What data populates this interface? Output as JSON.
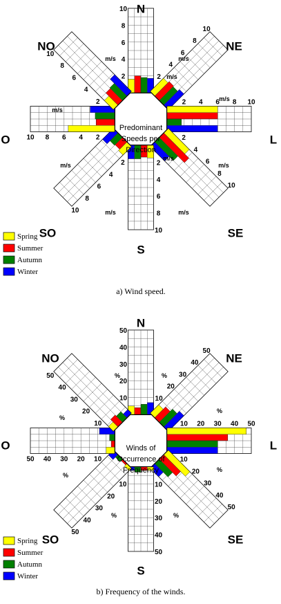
{
  "figure": {
    "seasons": [
      {
        "name": "Spring",
        "color": "#ffff00"
      },
      {
        "name": "Summer",
        "color": "#ff0000"
      },
      {
        "name": "Autumn",
        "color": "#008000"
      },
      {
        "name": "Winter",
        "color": "#0000ff"
      }
    ]
  },
  "chart_data": [
    {
      "type": "bar",
      "subtype": "radial-wind-rose",
      "title": "Predominant Speeds per Direction",
      "caption": "a) Wind speed.",
      "unit": "m/s",
      "directions": [
        "N",
        "NE",
        "L",
        "SE",
        "S",
        "SO",
        "O",
        "NO"
      ],
      "ticks": [
        2,
        4,
        6,
        8,
        10
      ],
      "ylim": [
        0,
        10
      ],
      "grid": true,
      "legend": "bottom-left",
      "series": [
        {
          "name": "Spring",
          "values": [
            1.6,
            2.2,
            6.0,
            3.5,
            1.5,
            1.4,
            5.5,
            1.5
          ]
        },
        {
          "name": "Summer",
          "values": [
            2.0,
            2.4,
            6.0,
            4.2,
            1.4,
            1.2,
            2.2,
            2.0
          ]
        },
        {
          "name": "Autumn",
          "values": [
            1.8,
            2.3,
            1.7,
            3.1,
            1.6,
            1.3,
            2.3,
            2.1
          ]
        },
        {
          "name": "Winter",
          "values": [
            1.7,
            2.6,
            6.0,
            2.4,
            1.6,
            1.8,
            2.9,
            2.8
          ]
        }
      ]
    },
    {
      "type": "bar",
      "subtype": "radial-wind-rose",
      "title": "Winds of Occurrence of Frequency",
      "caption": "b) Frequency of the winds.",
      "unit": "%",
      "directions": [
        "N",
        "NE",
        "L",
        "SE",
        "S",
        "SO",
        "O",
        "NO"
      ],
      "ticks": [
        10,
        20,
        30,
        40,
        50
      ],
      "ylim": [
        0,
        50
      ],
      "grid": true,
      "legend": "bottom-left",
      "series": [
        {
          "name": "Spring",
          "values": [
            5,
            7,
            47,
            18,
            2,
            2,
            5,
            4
          ]
        },
        {
          "name": "Summer",
          "values": [
            4,
            9,
            36,
            14,
            2,
            1,
            2,
            6
          ]
        },
        {
          "name": "Autumn",
          "values": [
            6,
            11,
            30,
            11,
            3,
            2,
            3,
            5
          ]
        },
        {
          "name": "Winter",
          "values": [
            7,
            13,
            30,
            7,
            2,
            4,
            9,
            3
          ]
        }
      ]
    }
  ]
}
